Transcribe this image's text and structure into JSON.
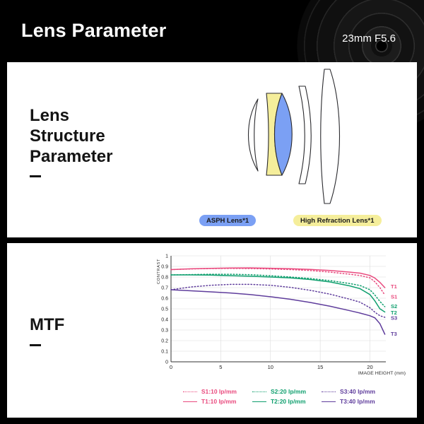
{
  "header": {
    "title": "Lens Parameter",
    "subtitle": "23mm F5.6"
  },
  "structure_panel": {
    "title_lines": [
      "Lens",
      "Structure",
      "Parameter"
    ],
    "badges": [
      {
        "text": "ASPH Lens*1",
        "color": "#7ba0f4"
      },
      {
        "text": "High Refraction Lens*1",
        "color": "#f5ee9b"
      }
    ],
    "element_colors": {
      "asph": "#7ba0f4",
      "high_refraction": "#f5ee9b",
      "standard": "#ffffff"
    }
  },
  "mtf_panel": {
    "title": "MTF"
  },
  "chart_data": {
    "type": "line",
    "title": "",
    "xlabel": "IMAGE HEIGHT (mm)",
    "ylabel": "CONTRAST",
    "xlim": [
      0,
      21.6
    ],
    "ylim": [
      0,
      1
    ],
    "xticks": [
      0,
      5,
      10,
      15,
      20
    ],
    "yticks": [
      0,
      0.1,
      0.2,
      0.3,
      0.4,
      0.5,
      0.6,
      0.7,
      0.8,
      0.9,
      1
    ],
    "grid": true,
    "legend_position": "bottom",
    "x": [
      0,
      2,
      4,
      6,
      8,
      10,
      12,
      14,
      16,
      18,
      19,
      20,
      20.5,
      21,
      21.5
    ],
    "series": [
      {
        "name": "S1:10 lp/mm",
        "color": "#e94a7e",
        "style": "dotted",
        "right_label": "S1",
        "label_y": 0.615,
        "y": [
          0.87,
          0.876,
          0.88,
          0.881,
          0.88,
          0.876,
          0.87,
          0.861,
          0.846,
          0.826,
          0.814,
          0.792,
          0.755,
          0.7,
          0.63
        ]
      },
      {
        "name": "S2:20 lp/mm",
        "color": "#0f9f6e",
        "style": "dotted",
        "right_label": "S2",
        "label_y": 0.525,
        "y": [
          0.82,
          0.823,
          0.826,
          0.826,
          0.822,
          0.812,
          0.8,
          0.786,
          0.766,
          0.738,
          0.72,
          0.68,
          0.63,
          0.57,
          0.52
        ]
      },
      {
        "name": "S3:40 lp/mm",
        "color": "#5f3d9c",
        "style": "dotted",
        "right_label": "S3",
        "label_y": 0.415,
        "y": [
          0.68,
          0.706,
          0.722,
          0.731,
          0.731,
          0.722,
          0.703,
          0.675,
          0.638,
          0.59,
          0.563,
          0.51,
          0.468,
          0.435,
          0.42
        ]
      },
      {
        "name": "T1:10 lp/mm",
        "color": "#e94a7e",
        "style": "solid",
        "right_label": "T1",
        "label_y": 0.71,
        "y": [
          0.87,
          0.877,
          0.882,
          0.885,
          0.886,
          0.883,
          0.878,
          0.871,
          0.861,
          0.846,
          0.837,
          0.815,
          0.79,
          0.75,
          0.7
        ]
      },
      {
        "name": "T2:20 lp/mm",
        "color": "#0f9f6e",
        "style": "solid",
        "right_label": "T2",
        "label_y": 0.465,
        "y": [
          0.82,
          0.82,
          0.818,
          0.813,
          0.807,
          0.8,
          0.791,
          0.777,
          0.753,
          0.716,
          0.69,
          0.635,
          0.575,
          0.5,
          0.47
        ]
      },
      {
        "name": "T3:40 lp/mm",
        "color": "#5f3d9c",
        "style": "solid",
        "right_label": "T3",
        "label_y": 0.265,
        "y": [
          0.68,
          0.67,
          0.66,
          0.649,
          0.634,
          0.614,
          0.59,
          0.56,
          0.524,
          0.482,
          0.46,
          0.435,
          0.415,
          0.36,
          0.26
        ]
      }
    ]
  }
}
